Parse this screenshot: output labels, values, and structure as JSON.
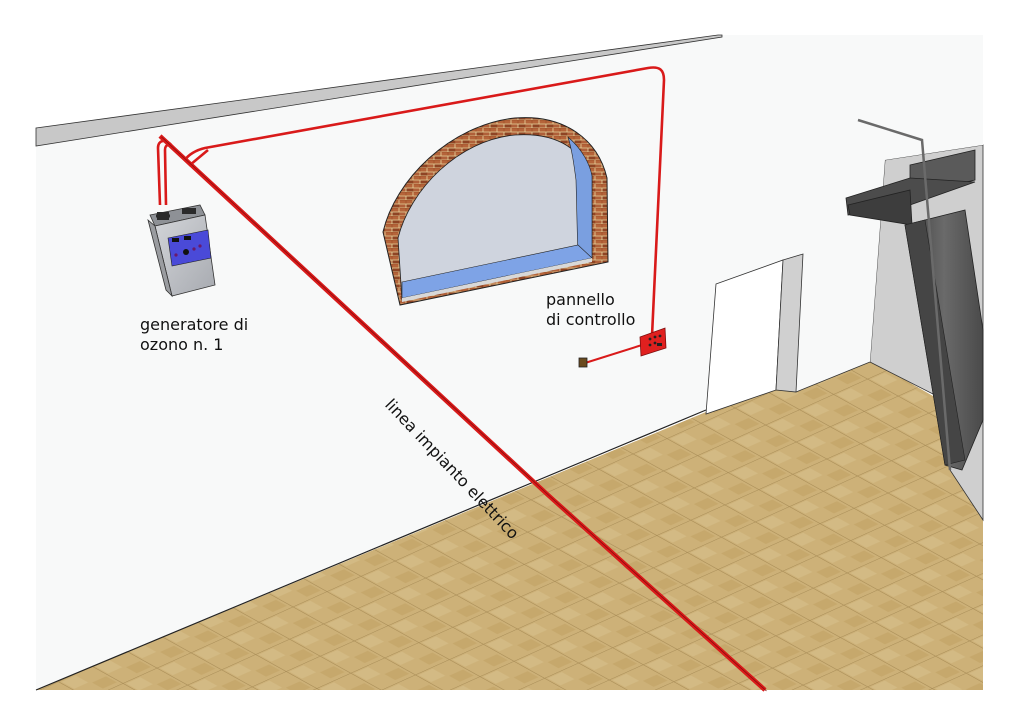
{
  "diagram": {
    "type": "3d-room-installation-sketch",
    "colors": {
      "wall": "#f8f9f9",
      "wall_top": "#c8c8c8",
      "cable": "#d91a1a",
      "floor": "#c9ad72",
      "floor_grout": "#a98c55",
      "brick": "#9a4e2a",
      "glass": "#cfd4de",
      "glass_edge": "#7a9fe0",
      "chimney": "#555555",
      "panel_box": "#e0201f",
      "generator_body": "#b9bcc2",
      "generator_panel": "#4a4ad8"
    },
    "labels": {
      "generator": [
        "generatore di",
        "ozono n. 1"
      ],
      "control_panel": [
        "pannello",
        "di controllo"
      ],
      "electric_line": "linea impianto elettrico"
    },
    "objects": [
      {
        "name": "ozone-generator",
        "label_ref": "generator"
      },
      {
        "name": "control-panel",
        "label_ref": "control_panel"
      },
      {
        "name": "arched-brick-window"
      },
      {
        "name": "doorway"
      },
      {
        "name": "chimney-hood"
      },
      {
        "name": "electric-cable",
        "label_ref": "electric_line"
      },
      {
        "name": "wall-switch"
      },
      {
        "name": "tiled-floor"
      }
    ]
  }
}
